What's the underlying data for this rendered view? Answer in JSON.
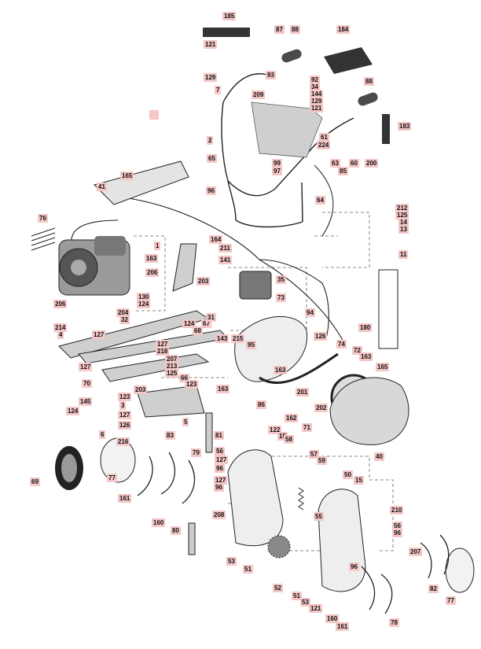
{
  "parts": [
    {
      "id": "p185",
      "text": "185"
    },
    {
      "id": "p87",
      "text": "87"
    },
    {
      "id": "p88a",
      "text": "88"
    },
    {
      "id": "p184",
      "text": "184"
    },
    {
      "id": "p121a",
      "text": "121"
    },
    {
      "id": "p129a",
      "text": "129"
    },
    {
      "id": "p7",
      "text": "7"
    },
    {
      "id": "p93",
      "text": "93"
    },
    {
      "id": "p92",
      "text": "92"
    },
    {
      "id": "p34",
      "text": "34"
    },
    {
      "id": "p144",
      "text": "144"
    },
    {
      "id": "p129b",
      "text": "129"
    },
    {
      "id": "p121b",
      "text": "121"
    },
    {
      "id": "p209",
      "text": "209"
    },
    {
      "id": "p88b",
      "text": "88"
    },
    {
      "id": "p183",
      "text": "183"
    },
    {
      "id": "p2",
      "text": "2"
    },
    {
      "id": "p65",
      "text": "65"
    },
    {
      "id": "p61",
      "text": "61"
    },
    {
      "id": "p224",
      "text": "224"
    },
    {
      "id": "p99",
      "text": "99"
    },
    {
      "id": "p97",
      "text": "97"
    },
    {
      "id": "p63",
      "text": "63"
    },
    {
      "id": "p60",
      "text": "60"
    },
    {
      "id": "p200",
      "text": "200"
    },
    {
      "id": "p85",
      "text": "85"
    },
    {
      "id": "p165a",
      "text": "165"
    },
    {
      "id": "p41",
      "text": "41"
    },
    {
      "id": "p96a",
      "text": "96"
    },
    {
      "id": "p64",
      "text": "64"
    },
    {
      "id": "p76",
      "text": "76"
    },
    {
      "id": "p212",
      "text": "212"
    },
    {
      "id": "p125a",
      "text": "125"
    },
    {
      "id": "p14",
      "text": "14"
    },
    {
      "id": "p13",
      "text": "13"
    },
    {
      "id": "p1",
      "text": "1"
    },
    {
      "id": "p164",
      "text": "164"
    },
    {
      "id": "p211",
      "text": "211"
    },
    {
      "id": "p163a",
      "text": "163"
    },
    {
      "id": "p141",
      "text": "141"
    },
    {
      "id": "p11",
      "text": "11"
    },
    {
      "id": "p206a",
      "text": "206"
    },
    {
      "id": "p203a",
      "text": "203"
    },
    {
      "id": "p35",
      "text": "35"
    },
    {
      "id": "p130",
      "text": "130"
    },
    {
      "id": "p124a",
      "text": "124"
    },
    {
      "id": "p206b",
      "text": "206"
    },
    {
      "id": "p73",
      "text": "73"
    },
    {
      "id": "p204",
      "text": "204"
    },
    {
      "id": "p32",
      "text": "32"
    },
    {
      "id": "p94",
      "text": "94"
    },
    {
      "id": "p214",
      "text": "214"
    },
    {
      "id": "p4",
      "text": "4"
    },
    {
      "id": "p127a",
      "text": "127"
    },
    {
      "id": "p124b",
      "text": "124"
    },
    {
      "id": "p68",
      "text": "68"
    },
    {
      "id": "p67",
      "text": "67"
    },
    {
      "id": "p31",
      "text": "31"
    },
    {
      "id": "p180",
      "text": "180"
    },
    {
      "id": "p127b",
      "text": "127"
    },
    {
      "id": "p218",
      "text": "218"
    },
    {
      "id": "p143",
      "text": "143"
    },
    {
      "id": "p215",
      "text": "215"
    },
    {
      "id": "p95",
      "text": "95"
    },
    {
      "id": "p126a",
      "text": "126"
    },
    {
      "id": "p74",
      "text": "74"
    },
    {
      "id": "p72",
      "text": "72"
    },
    {
      "id": "p163b",
      "text": "163"
    },
    {
      "id": "p207a",
      "text": "207"
    },
    {
      "id": "p213",
      "text": "213"
    },
    {
      "id": "p125b",
      "text": "125"
    },
    {
      "id": "p127c",
      "text": "127"
    },
    {
      "id": "p66",
      "text": "66"
    },
    {
      "id": "p123a",
      "text": "123"
    },
    {
      "id": "p163c",
      "text": "163"
    },
    {
      "id": "p165b",
      "text": "165"
    },
    {
      "id": "p70",
      "text": "70"
    },
    {
      "id": "p163d",
      "text": "163"
    },
    {
      "id": "p201",
      "text": "201"
    },
    {
      "id": "p203b",
      "text": "203"
    },
    {
      "id": "p145",
      "text": "145"
    },
    {
      "id": "p123b",
      "text": "123"
    },
    {
      "id": "p3",
      "text": "3"
    },
    {
      "id": "p86",
      "text": "86"
    },
    {
      "id": "p202",
      "text": "202"
    },
    {
      "id": "p127d",
      "text": "127"
    },
    {
      "id": "p5",
      "text": "5"
    },
    {
      "id": "p162",
      "text": "162"
    },
    {
      "id": "p124c",
      "text": "124"
    },
    {
      "id": "p126b",
      "text": "126"
    },
    {
      "id": "p71",
      "text": "71"
    },
    {
      "id": "p122",
      "text": "122"
    },
    {
      "id": "p15a",
      "text": "15"
    },
    {
      "id": "p6",
      "text": "6"
    },
    {
      "id": "p216",
      "text": "216"
    },
    {
      "id": "p83",
      "text": "83"
    },
    {
      "id": "p81",
      "text": "81"
    },
    {
      "id": "p58",
      "text": "58"
    },
    {
      "id": "p40",
      "text": "40"
    },
    {
      "id": "p56a",
      "text": "56"
    },
    {
      "id": "p79",
      "text": "79"
    },
    {
      "id": "p127e",
      "text": "127"
    },
    {
      "id": "p57",
      "text": "57"
    },
    {
      "id": "p59",
      "text": "59"
    },
    {
      "id": "p96b",
      "text": "96"
    },
    {
      "id": "p69",
      "text": "69"
    },
    {
      "id": "p77a",
      "text": "77"
    },
    {
      "id": "p127f",
      "text": "127"
    },
    {
      "id": "p96c",
      "text": "96"
    },
    {
      "id": "p50",
      "text": "50"
    },
    {
      "id": "p15b",
      "text": "15"
    },
    {
      "id": "p161a",
      "text": "161"
    },
    {
      "id": "p210",
      "text": "210"
    },
    {
      "id": "p55",
      "text": "55"
    },
    {
      "id": "p208",
      "text": "208"
    },
    {
      "id": "p160a",
      "text": "160"
    },
    {
      "id": "p80",
      "text": "80"
    },
    {
      "id": "p56b",
      "text": "56"
    },
    {
      "id": "p96d",
      "text": "96"
    },
    {
      "id": "p207b",
      "text": "207"
    },
    {
      "id": "p53a",
      "text": "53"
    },
    {
      "id": "p51a",
      "text": "51"
    },
    {
      "id": "p96e",
      "text": "96"
    },
    {
      "id": "p52",
      "text": "52"
    },
    {
      "id": "p51b",
      "text": "51"
    },
    {
      "id": "p53b",
      "text": "53"
    },
    {
      "id": "p82",
      "text": "82"
    },
    {
      "id": "p77b",
      "text": "77"
    },
    {
      "id": "p121c",
      "text": "121"
    },
    {
      "id": "p160b",
      "text": "160"
    },
    {
      "id": "p161b",
      "text": "161"
    },
    {
      "id": "p78",
      "text": "78"
    }
  ],
  "colors": {
    "label_bg": "#f4c6c6",
    "line": "#222222",
    "part_dark": "#333333",
    "part_mid": "#888888",
    "part_light": "#cfcfcf",
    "grip": "#4a4a4a"
  }
}
